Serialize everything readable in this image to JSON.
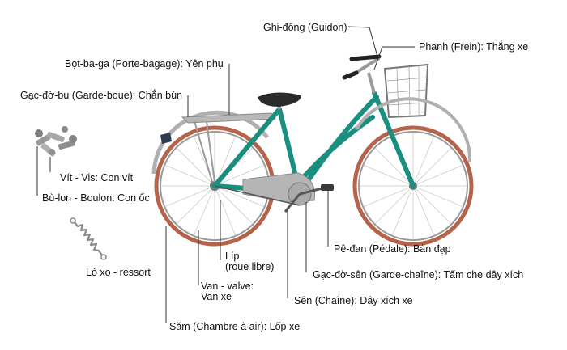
{
  "labels": {
    "handlebar": "Ghi-đông (Guidon)",
    "brake": "Phanh (Frein): Thắng xe",
    "rack": "Bọt-ba-ga (Porte-bagage): Yên phụ",
    "fender": "Gạc-đờ-bu (Garde-boue): Chắn bùn",
    "screw": "Vít - Vis: Con vít",
    "bolt": "Bù-lon - Boulon: Con ốc",
    "spring": "Lò xo - ressort",
    "freewheel_1": "Líp",
    "freewheel_2": "(roue libre)",
    "valve_1": "Van - valve:",
    "valve_2": "Van xe",
    "pedal": "Pê-đan (Pédale):  Bàn đạp",
    "chainguard": "Gạc-đờ-sên (Garde-chaîne): Tấm che dây xích",
    "chain": "Sên (Chaîne): Dây xích xe",
    "tube": "Săm (Chambre à air): Lốp xe"
  },
  "colors": {
    "frame": "#1a8f7f",
    "tire": "#b5634a",
    "leader": "#333333",
    "chrome": "#b8b8b8",
    "saddle": "#2a2a2a"
  }
}
